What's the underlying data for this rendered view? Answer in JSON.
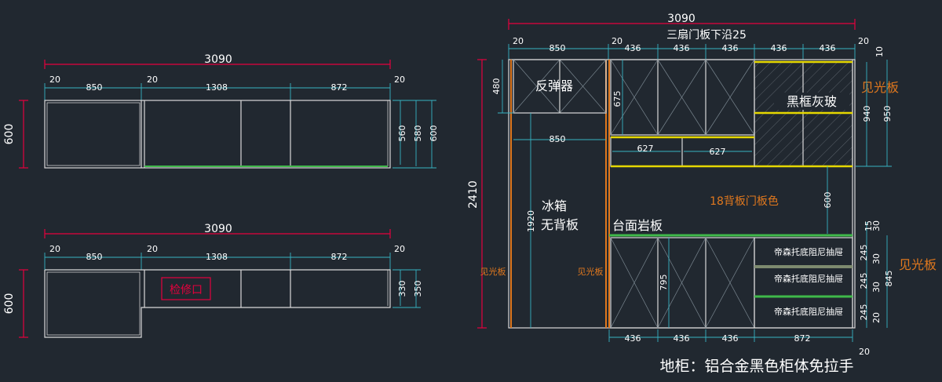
{
  "top_view": {
    "overall": "3090",
    "segments": [
      "20",
      "850",
      "20",
      "1308",
      "872",
      "20"
    ],
    "height": "600",
    "right_dims": [
      "560",
      "580",
      "600"
    ]
  },
  "bottom_view": {
    "overall": "3090",
    "segments": [
      "20",
      "850",
      "20",
      "1308",
      "872",
      "20"
    ],
    "height": "600",
    "right_dims": [
      "330",
      "350"
    ],
    "access_label": "检修口"
  },
  "elevation": {
    "overall": "3090",
    "door_note": "三扇门板下沿25",
    "top_segments": [
      "20",
      "850",
      "20",
      "436",
      "436",
      "436",
      "436",
      "436",
      "20"
    ],
    "top_right": "10",
    "left_total": "2410",
    "h480": "480",
    "h675": "675",
    "h1920": "1920",
    "w850": "850",
    "w627a": "627",
    "w627b": "627",
    "h600": "600",
    "h795": "795",
    "right_940": "940",
    "right_950": "950",
    "right_small": [
      "15",
      "30",
      "245",
      "30",
      "245",
      "30",
      "245",
      "20"
    ],
    "right_845": "845",
    "bottom_segments": [
      "436",
      "436",
      "436",
      "872"
    ],
    "bottom_right": "20",
    "labels": {
      "rebound": "反弹器",
      "black_frame_glass": "黑框灰玻",
      "fridge": "冰箱",
      "no_back": "无背板",
      "back_panel": "18背板门板色",
      "countertop": "台面岩板",
      "drawer1": "帝森托底阻尼抽屉",
      "drawer2": "帝森托底阻尼抽屉",
      "drawer3": "帝森托底阻尼抽屉",
      "visible_panel_right_top": "见光板",
      "visible_panel_right_bottom": "见光板",
      "visible_panel_left": "见光板",
      "visible_panel_mid": "见光板",
      "caption": "地柜：铝合金黑色柜体免拉手"
    }
  },
  "colors": {
    "background": "#212830",
    "dimension_cyan": "#37b3c2",
    "dimension_red": "#e5003d",
    "orange": "#e0781e",
    "yellow": "#e5d700",
    "green": "#3fb94a"
  }
}
